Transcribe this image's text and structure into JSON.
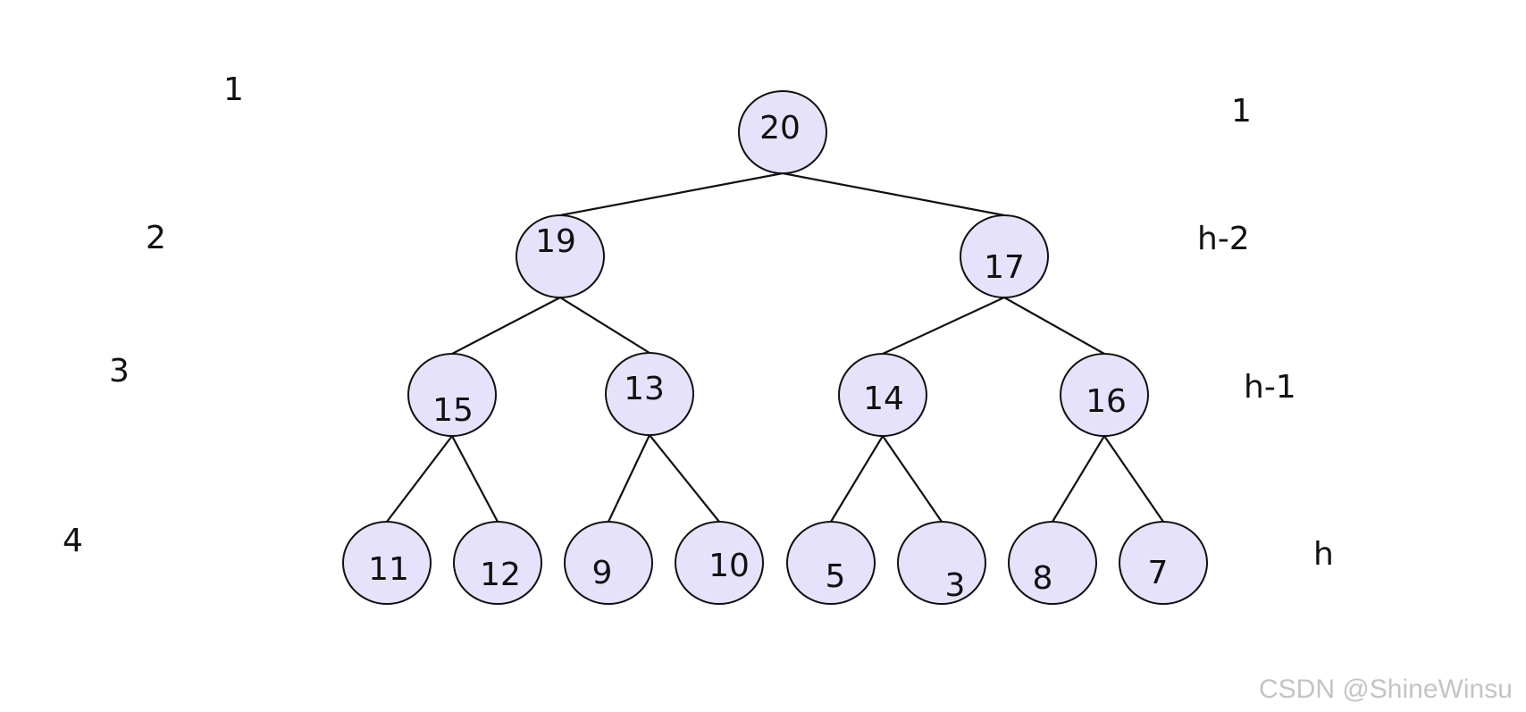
{
  "colors": {
    "node_fill": "#e7e2fb",
    "node_stroke": "#111111",
    "edge": "#111111",
    "text": "#111111",
    "watermark": "#c4c4c4"
  },
  "tree": {
    "nodes": [
      {
        "id": "n0",
        "value": "20",
        "level": 1
      },
      {
        "id": "n1",
        "value": "19",
        "level": 2
      },
      {
        "id": "n2",
        "value": "17",
        "level": 2
      },
      {
        "id": "n3",
        "value": "15",
        "level": 3
      },
      {
        "id": "n4",
        "value": "13",
        "level": 3
      },
      {
        "id": "n5",
        "value": "14",
        "level": 3
      },
      {
        "id": "n6",
        "value": "16",
        "level": 3
      },
      {
        "id": "n7",
        "value": "11",
        "level": 4
      },
      {
        "id": "n8",
        "value": "12",
        "level": 4
      },
      {
        "id": "n9",
        "value": "9",
        "level": 4
      },
      {
        "id": "n10",
        "value": "10",
        "level": 4
      },
      {
        "id": "n11",
        "value": "5",
        "level": 4
      },
      {
        "id": "n12",
        "value": "3",
        "level": 4
      },
      {
        "id": "n13",
        "value": "8",
        "level": 4
      },
      {
        "id": "n14",
        "value": "7",
        "level": 4
      }
    ],
    "edges": [
      [
        "n0",
        "n1"
      ],
      [
        "n0",
        "n2"
      ],
      [
        "n1",
        "n3"
      ],
      [
        "n1",
        "n4"
      ],
      [
        "n2",
        "n5"
      ],
      [
        "n2",
        "n6"
      ],
      [
        "n3",
        "n7"
      ],
      [
        "n3",
        "n8"
      ],
      [
        "n4",
        "n9"
      ],
      [
        "n4",
        "n10"
      ],
      [
        "n5",
        "n11"
      ],
      [
        "n5",
        "n12"
      ],
      [
        "n6",
        "n13"
      ],
      [
        "n6",
        "n14"
      ]
    ]
  },
  "left_labels": [
    "1",
    "2",
    "3",
    "4"
  ],
  "right_labels": [
    "1",
    "h-2",
    "h-1",
    "h"
  ],
  "watermark": "CSDN @ShineWinsu"
}
